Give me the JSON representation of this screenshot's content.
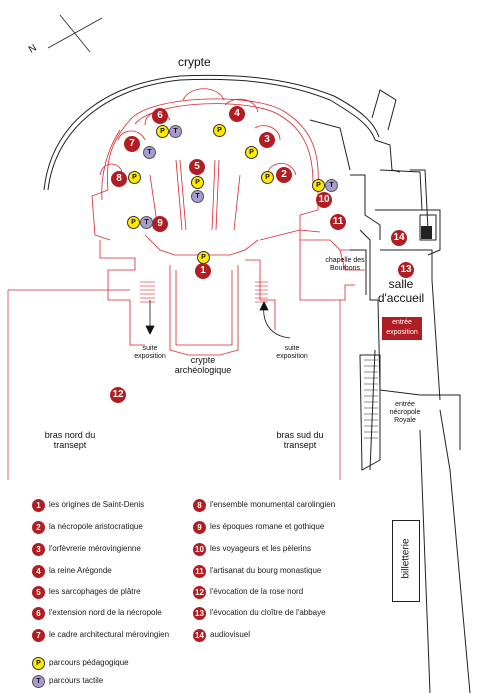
{
  "map": {
    "compass_label": "N",
    "areas": {
      "crypte": "crypte",
      "chapelle": "chapelle des Bourbons",
      "salle": "salle d'accueil",
      "entree_expo": "entrée exposition",
      "suite_left": "suite exposition",
      "crypte_arch": "crypte archéologique",
      "suite_right": "suite exposition",
      "entree_necropole": "entrée nécropole Royale",
      "bras_nord": "bras nord du transept",
      "bras_sud": "bras sud du transept",
      "billetterie": "billetterie"
    },
    "markers": [
      "1",
      "2",
      "3",
      "4",
      "5",
      "6",
      "7",
      "8",
      "9",
      "10",
      "11",
      "12",
      "13",
      "14"
    ],
    "badges": {
      "p": "P",
      "t": "T"
    }
  },
  "legend": {
    "items": [
      {
        "num": "1",
        "label": "les origines de Saint-Denis"
      },
      {
        "num": "2",
        "label": "la nécropole aristocratique"
      },
      {
        "num": "3",
        "label": "l'orfèvrerie mérovingienne"
      },
      {
        "num": "4",
        "label": "la reine Arégonde"
      },
      {
        "num": "5",
        "label": "les sarcophages de plâtre"
      },
      {
        "num": "6",
        "label": "l'extension nord de la nécropole"
      },
      {
        "num": "7",
        "label": "le cadre architectural mérovingien"
      },
      {
        "num": "8",
        "label": "l'ensemble monumental carolingien"
      },
      {
        "num": "9",
        "label": "les époques romane et gothique"
      },
      {
        "num": "10",
        "label": "les voyageurs et les pèlerins"
      },
      {
        "num": "11",
        "label": "l'artisanat du bourg monastique"
      },
      {
        "num": "12",
        "label": "l'évocation de la rose nord"
      },
      {
        "num": "13",
        "label": "l'évocation du cloître de l'abbaye"
      },
      {
        "num": "14",
        "label": "audiovisuel"
      }
    ],
    "parcours": [
      {
        "badge": "P",
        "label": "parcours pédagogique"
      },
      {
        "badge": "T",
        "label": "parcours tactile"
      }
    ]
  },
  "colors": {
    "marker": "#b01e23",
    "plan_line": "#d8262b",
    "p_badge": "#ffea00",
    "t_badge": "#a89bd0"
  }
}
